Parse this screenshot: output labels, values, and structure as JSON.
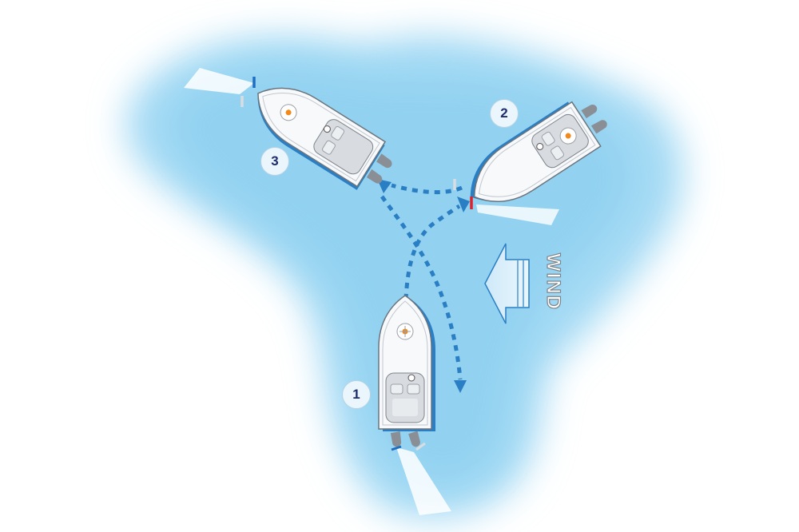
{
  "diagram": {
    "description": "Three-point turn of a twin-outboard motorboat in a narrow waterway against wind",
    "colors": {
      "water": "#8fd0f0",
      "water_edge": "#d6eefa",
      "path": "#2a7fc4",
      "hull": "#f7f9fb",
      "hull_outline": "#6c757d",
      "engine": "#8a8f96",
      "beacon": "#f08a1c",
      "label_text": "#1d2c6b",
      "prop_forward": "#1f6fc1",
      "prop_reverse": "#d9232e"
    },
    "steps": [
      {
        "number": "1",
        "description": "Boat heading forward, starboard engine reverse"
      },
      {
        "number": "2",
        "description": "Boat after reversing, turned to face upwind"
      },
      {
        "number": "3",
        "description": "Boat moving forward, turned around"
      }
    ],
    "wind": {
      "label": "WIND",
      "direction": "from right to left"
    }
  }
}
